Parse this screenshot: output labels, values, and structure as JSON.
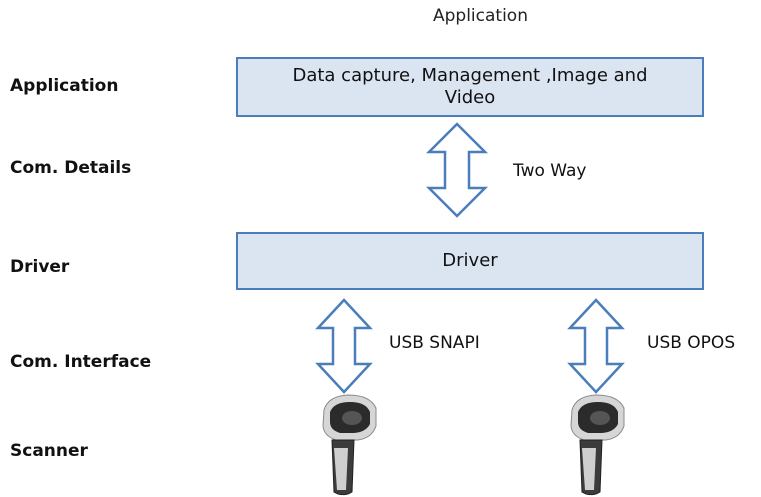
{
  "header": {
    "title": "Application"
  },
  "side_labels": {
    "application": "Application",
    "com_details": "Com. Details",
    "driver": "Driver",
    "com_interface": "Com. Interface",
    "scanner": "Scanner"
  },
  "boxes": {
    "application_box": "Data capture, Management ,Image and Video",
    "driver_box": "Driver"
  },
  "arrows": {
    "two_way": "Two Way",
    "usb_snapi": "USB SNAPI",
    "usb_opos": "USB OPOS"
  },
  "colors": {
    "box_fill": "#dbe5f1",
    "box_border": "#4a7ebb"
  }
}
